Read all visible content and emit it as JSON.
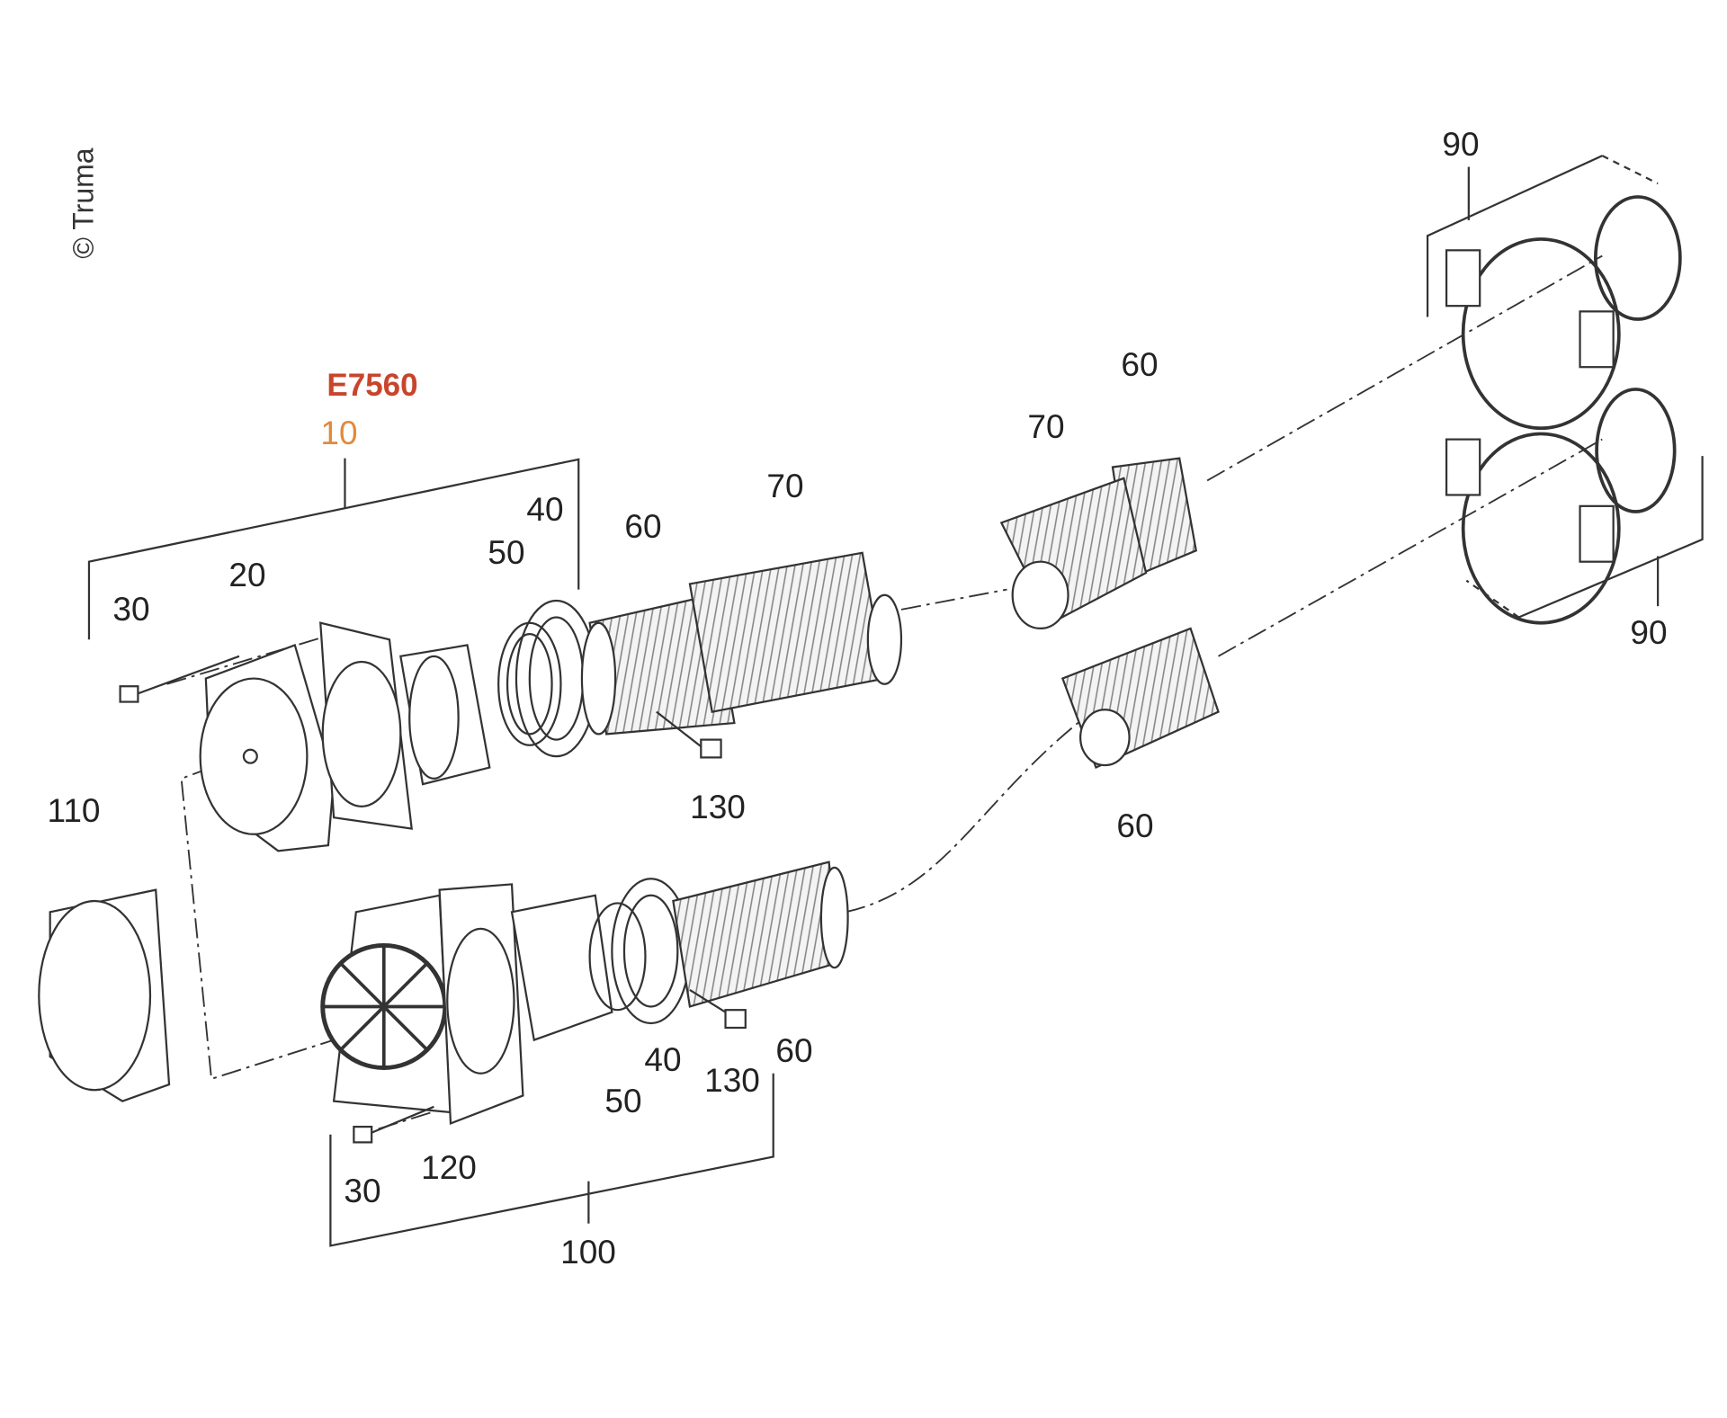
{
  "copyright": "© Truma",
  "assembly": {
    "code": "E7560",
    "position": "10"
  },
  "labels": {
    "p90_top": "90",
    "p90_right": "90",
    "p60_r_top": "60",
    "p70_r_top": "70",
    "p70_upper": "70",
    "p40_upper": "40",
    "p60_upper": "60",
    "p50_upper": "50",
    "p20": "20",
    "p30_upper": "30",
    "p130_upper": "130",
    "p60_r_low": "60",
    "p110": "110",
    "p40_lower": "40",
    "p60_lower": "60",
    "p130_lower": "130",
    "p50_lower": "50",
    "p120": "120",
    "p30_lower": "30",
    "p100": "100"
  },
  "colors": {
    "code": "#c8452c",
    "position": "#e08a3c",
    "line": "#333333"
  }
}
